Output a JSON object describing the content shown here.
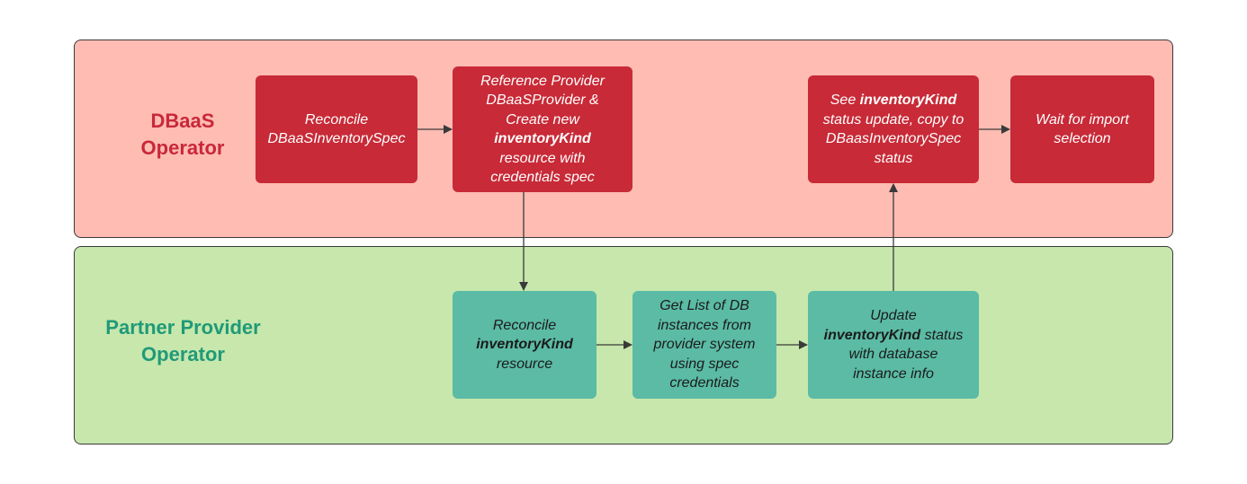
{
  "lanes": {
    "dbaas": {
      "label_lines": [
        "DBaaS",
        "Operator"
      ]
    },
    "partner": {
      "label_lines": [
        "Partner Provider",
        "Operator"
      ]
    }
  },
  "boxes": {
    "reconcile_spec": {
      "lines": [
        "Reconcile",
        "DBaaSInventorySpec"
      ]
    },
    "reference_provider": {
      "line1": "Reference Provider",
      "line2": "DBaaSProvider &",
      "line3": "Create new",
      "line4_bold": "inventoryKind",
      "line5": "resource with",
      "line6": "credentials spec"
    },
    "see_status": {
      "line1_prefix": "See ",
      "line1_bold": "inventoryKind",
      "line2": "status update, copy to",
      "line3": "DBaasInventorySpec",
      "line4": "status"
    },
    "wait_import": {
      "lines": [
        "Wait for import",
        "selection"
      ]
    },
    "reconcile_kind": {
      "line1": "Reconcile",
      "line2_bold": "inventoryKind",
      "line3": "resource"
    },
    "get_list": {
      "lines": [
        "Get List of DB",
        "instances from",
        "provider system",
        "using spec",
        "credentials"
      ]
    },
    "update_status": {
      "line1": "Update",
      "line2_bold": "inventoryKind",
      "line2_suffix": " status",
      "line3": "with database",
      "line4": "instance info"
    }
  },
  "colors": {
    "dbaas_lane": "#ffbcb3",
    "partner_lane": "#c7e7ac",
    "red_box": "#c82a37",
    "teal_box": "#5bbba5",
    "dbaas_label": "#c8283a",
    "partner_label": "#1f9a78"
  }
}
